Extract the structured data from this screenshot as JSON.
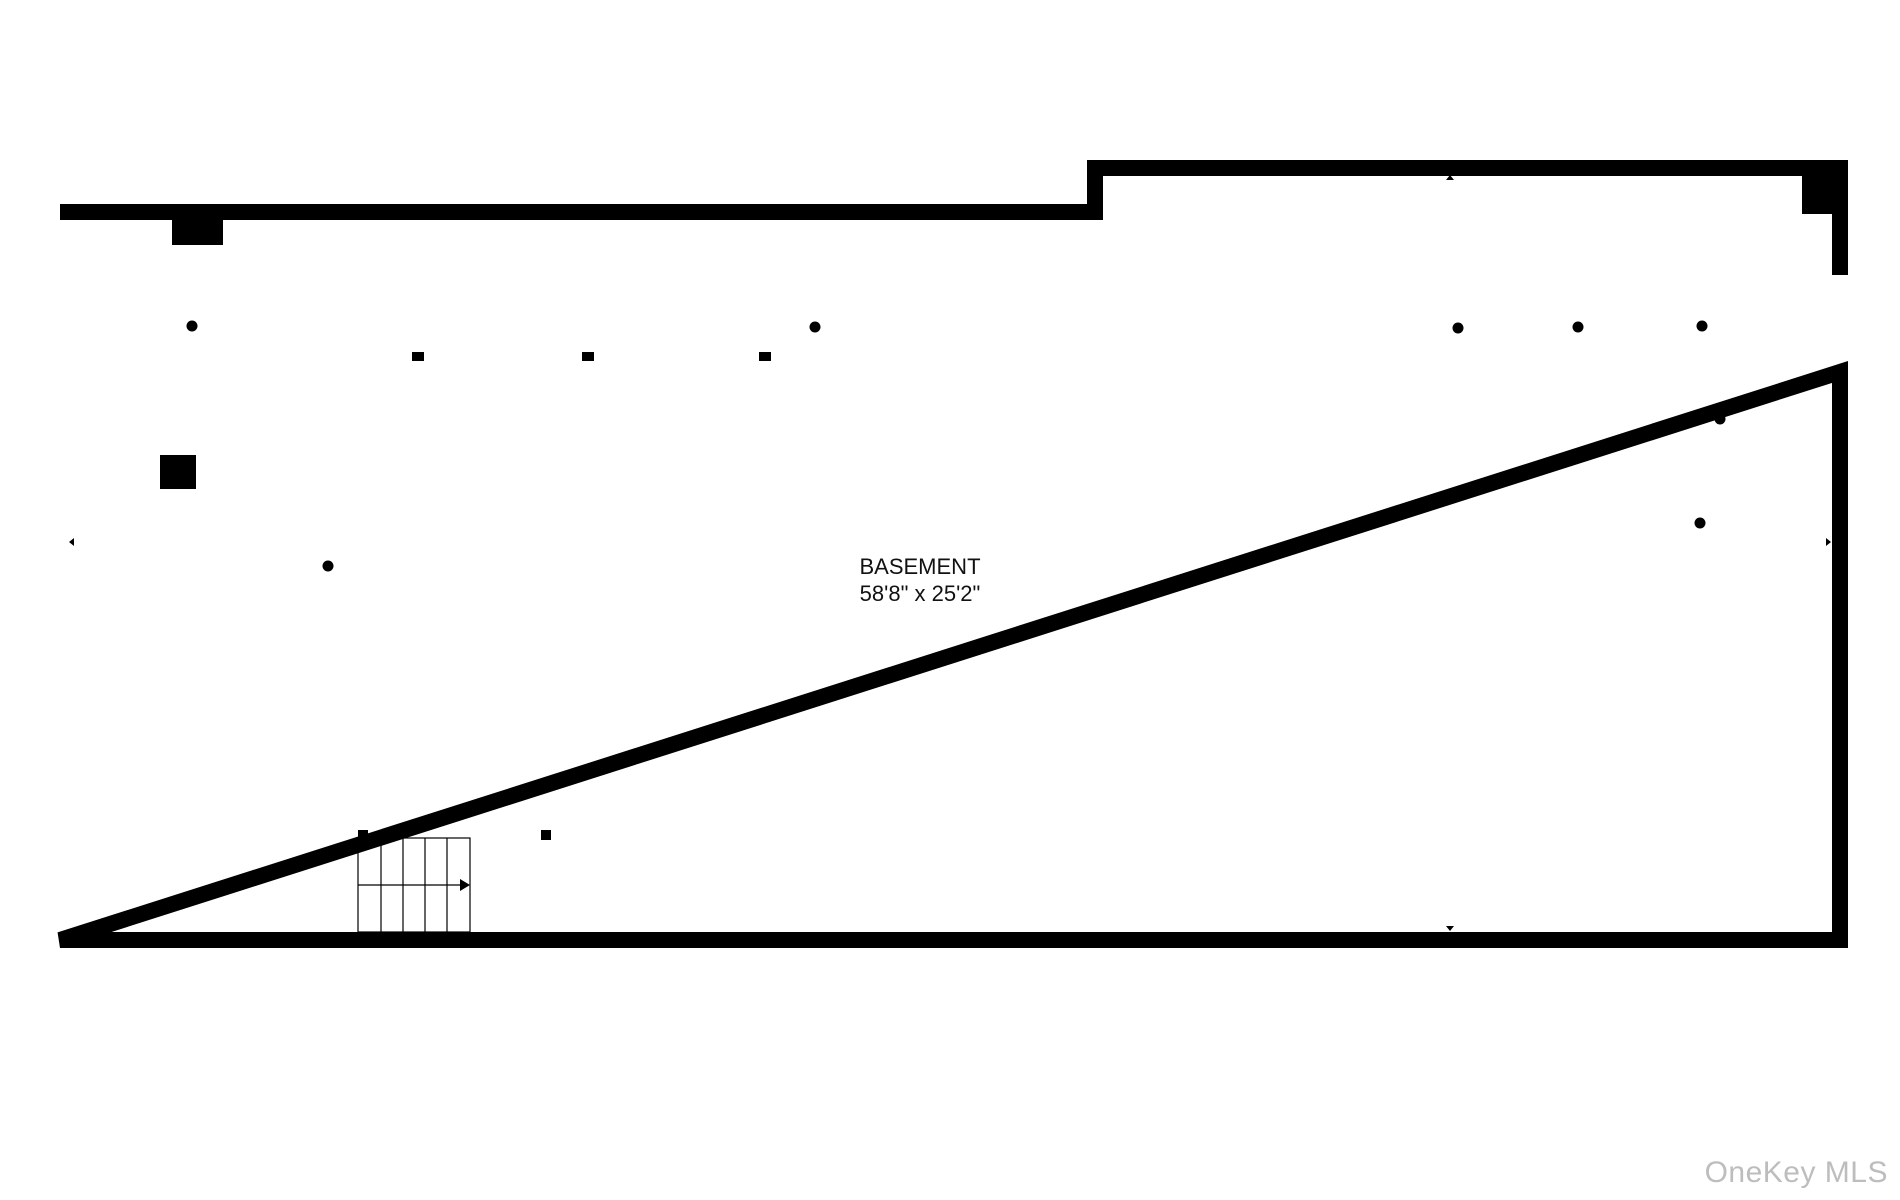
{
  "room": {
    "name": "BASEMENT",
    "dimensions": "58'8\" x 25'2\""
  },
  "watermark": "OneKey MLS",
  "colors": {
    "wall": "#000000",
    "background": "#ffffff",
    "watermark": "#bdbdbd"
  }
}
